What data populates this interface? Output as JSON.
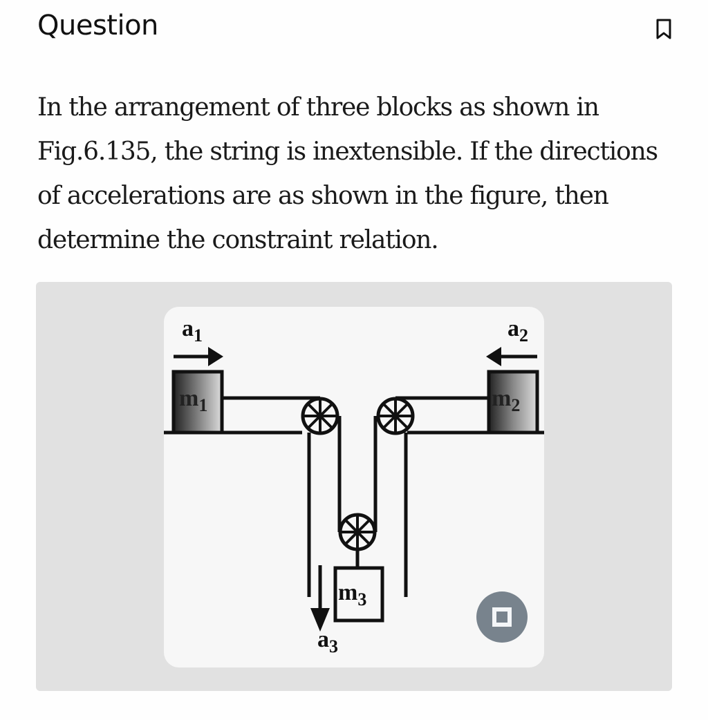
{
  "header": {
    "title": "Question",
    "bookmark_icon": "bookmark-icon"
  },
  "question": {
    "text": "In the arrangement of three blocks as shown in Fig.6.135, the string is inextensible. If the directions of accelerations are as shown in the figure, then determine the constraint relation."
  },
  "figure": {
    "labels": {
      "a1": "a",
      "a1_sub": "1",
      "a2": "a",
      "a2_sub": "2",
      "a3": "a",
      "a3_sub": "3",
      "m1": "m",
      "m1_sub": "1",
      "m2": "m",
      "m2_sub": "2",
      "m3": "m",
      "m3_sub": "3"
    },
    "expand_icon": "expand-fullscreen-icon"
  },
  "colors": {
    "frame_bg": "#e1e1e1",
    "card_bg": "#f7f7f7",
    "expand_button": "#78838d"
  }
}
